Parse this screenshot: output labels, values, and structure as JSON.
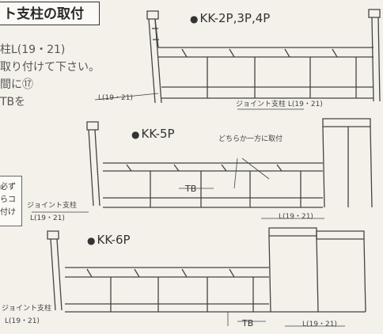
{
  "heading": "ト支柱の取付",
  "intro_lines": [
    "柱L(19・21)",
    "取り付けて下さい。",
    "間に⑰",
    "TBを"
  ],
  "note_lines": [
    "必ず",
    "らコ",
    "付け"
  ],
  "sections": [
    {
      "model": "KK-2P,3P,4P",
      "labels": [
        "L(19・21)",
        "ジョイント支柱 L(19・21)"
      ]
    },
    {
      "model": "KK-5P",
      "labels": [
        "どちらか一方に取付",
        "ジョイント支柱",
        "L(19・21)",
        "TB",
        "L(19・21)"
      ]
    },
    {
      "model": "KK-6P",
      "labels": [
        "ジョイント支柱",
        "L(19・21)",
        "TB",
        "L(19・21)"
      ]
    }
  ]
}
